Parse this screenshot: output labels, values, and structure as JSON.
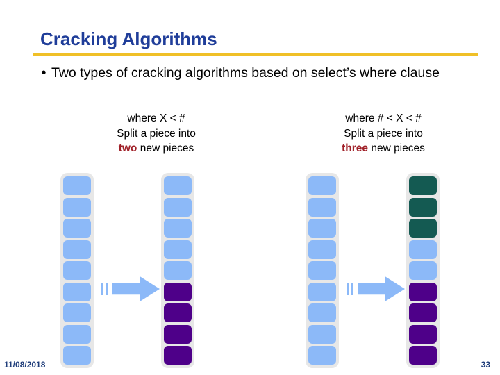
{
  "slide": {
    "title": "Cracking Algorithms",
    "accent_rule_color": "#F0C028",
    "title_color": "#1F3D99"
  },
  "bullet": {
    "marker": "•",
    "text": "Two types of cracking algorithms based on select’s where clause"
  },
  "columns": [
    {
      "id": "left",
      "heading": "where X < #",
      "line1": "Split a piece into",
      "emphasis": "two",
      "line2_rest": " new pieces",
      "emphasis_color": "#A02028"
    },
    {
      "id": "right",
      "heading": "where # < X < #",
      "line1": "Split a piece into",
      "emphasis": "three",
      "line2_rest": " new pieces",
      "emphasis_color": "#A02028"
    }
  ],
  "diagram": {
    "palette": {
      "blue": "#8CB9F8",
      "purple": "#4E0089",
      "teal": "#145A52",
      "container": "#E7E7E7"
    },
    "arrow_label": "split-arrow",
    "stacks": [
      {
        "name": "left-source",
        "cells": [
          "blue",
          "blue",
          "blue",
          "blue",
          "blue",
          "blue",
          "blue",
          "blue",
          "blue"
        ]
      },
      {
        "name": "left-result",
        "cells": [
          "blue",
          "blue",
          "blue",
          "blue",
          "blue",
          "purple",
          "purple",
          "purple",
          "purple"
        ]
      },
      {
        "name": "right-source",
        "cells": [
          "blue",
          "blue",
          "blue",
          "blue",
          "blue",
          "blue",
          "blue",
          "blue",
          "blue"
        ]
      },
      {
        "name": "right-result",
        "cells": [
          "teal",
          "teal",
          "teal",
          "blue",
          "blue",
          "purple",
          "purple",
          "purple",
          "purple"
        ]
      }
    ]
  },
  "footer": {
    "date": "11/08/2018",
    "page_number": "33"
  }
}
